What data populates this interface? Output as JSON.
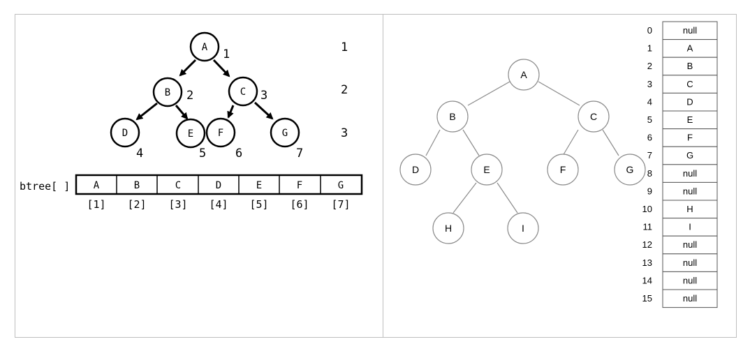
{
  "left_diagram": {
    "nodes": [
      {
        "label": "A",
        "index": "1"
      },
      {
        "label": "B",
        "index": "2"
      },
      {
        "label": "C",
        "index": "3"
      },
      {
        "label": "D",
        "index": "4"
      },
      {
        "label": "E",
        "index": "5"
      },
      {
        "label": "F",
        "index": "6"
      },
      {
        "label": "G",
        "index": "7"
      }
    ],
    "levels": [
      "1",
      "2",
      "3"
    ],
    "array_label": "btree[ ]",
    "array_cells": [
      "A",
      "B",
      "C",
      "D",
      "E",
      "F",
      "G"
    ],
    "array_indices": [
      "[1]",
      "[2]",
      "[3]",
      "[4]",
      "[5]",
      "[6]",
      "[7]"
    ]
  },
  "right_diagram": {
    "nodes": [
      {
        "label": "A"
      },
      {
        "label": "B"
      },
      {
        "label": "C"
      },
      {
        "label": "D"
      },
      {
        "label": "E"
      },
      {
        "label": "F"
      },
      {
        "label": "G"
      },
      {
        "label": "H"
      },
      {
        "label": "I"
      }
    ],
    "table": [
      {
        "index": "0",
        "value": "null"
      },
      {
        "index": "1",
        "value": "A"
      },
      {
        "index": "2",
        "value": "B"
      },
      {
        "index": "3",
        "value": "C"
      },
      {
        "index": "4",
        "value": "D"
      },
      {
        "index": "5",
        "value": "E"
      },
      {
        "index": "6",
        "value": "F"
      },
      {
        "index": "7",
        "value": "G"
      },
      {
        "index": "8",
        "value": "null"
      },
      {
        "index": "9",
        "value": "null"
      },
      {
        "index": "10",
        "value": "H"
      },
      {
        "index": "11",
        "value": "I"
      },
      {
        "index": "12",
        "value": "null"
      },
      {
        "index": "13",
        "value": "null"
      },
      {
        "index": "14",
        "value": "null"
      },
      {
        "index": "15",
        "value": "null"
      }
    ]
  }
}
